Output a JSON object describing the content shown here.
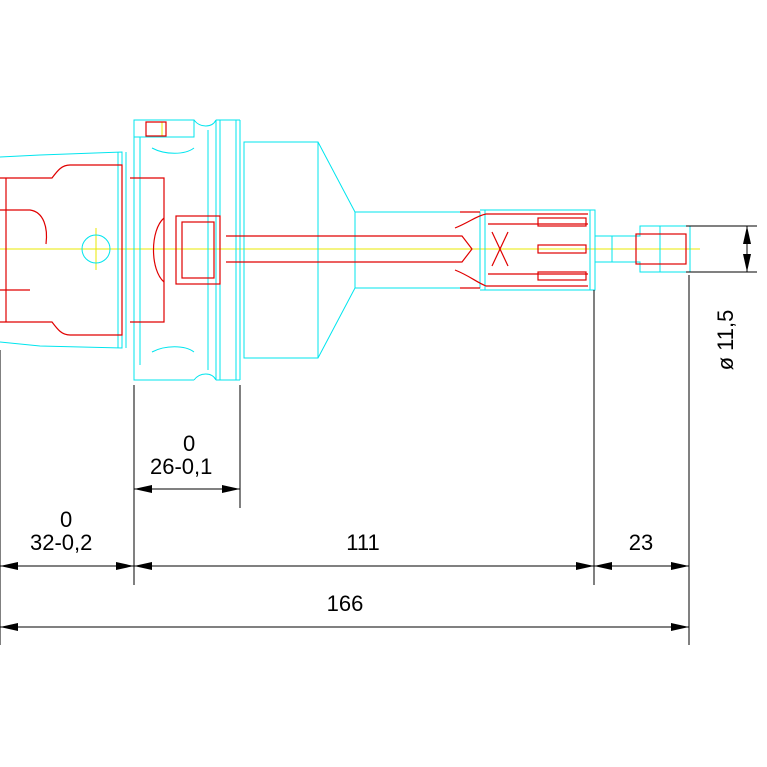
{
  "drawing": {
    "colors": {
      "outline": "#00e5ee",
      "part": "#e00000",
      "centerline": "#e8e800",
      "dimension": "#000000",
      "background": "#ffffff"
    },
    "dimensions": {
      "d_32": {
        "tol": "0",
        "value": "32-0,2"
      },
      "d_26": {
        "tol": "0",
        "value": "26-0,1"
      },
      "d_111": {
        "value": "111"
      },
      "d_23": {
        "value": "23"
      },
      "d_166": {
        "value": "166"
      },
      "d_dia": {
        "value": "ø 11,5"
      }
    }
  }
}
